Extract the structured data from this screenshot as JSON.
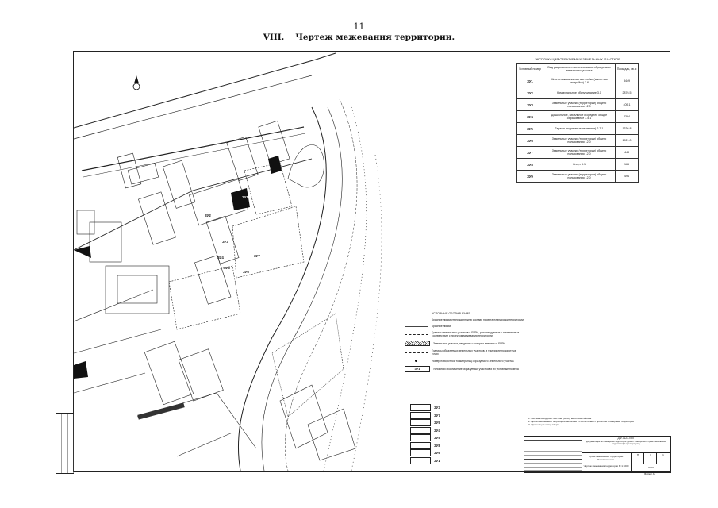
{
  "page_number": "11",
  "heading": {
    "roman": "VIII.",
    "text": "Чертеж межевания территории."
  },
  "explication": {
    "caption": "ЭКСПЛИКАЦИЯ ОБРАЗУЕМЫХ ЗЕМЕЛЬНЫХ УЧАСТКОВ",
    "headers": [
      "Условный номер",
      "Вид разрешенного использования образуемого земельного участка",
      "Площадь, кв.м"
    ],
    "rows": [
      {
        "code": "ЗУ1",
        "use": "Многоэтажная жилая застройка (высотная застройка) 2.6",
        "area": "8449"
      },
      {
        "code": "ЗУ2",
        "use": "Коммунальное обслуживание 3.1",
        "area": "2876.5"
      },
      {
        "code": "ЗУ3",
        "use": "Земельные участки (территории) общего пользования 12.0",
        "area": "405.1"
      },
      {
        "code": "ЗУ4",
        "use": "Дошкольное, начальное и среднее общее образование 3.5.1",
        "area": "4384"
      },
      {
        "code": "ЗУ5",
        "use": "Гаражи (подземные/наземные) 2.7.1",
        "area": "1336.8"
      },
      {
        "code": "ЗУ6",
        "use": "Земельные участки (территории) общего пользования 12.0",
        "area": "1921.0"
      },
      {
        "code": "ЗУ7",
        "use": "Земельные участки (территории) общего пользования 12.0",
        "area": "443"
      },
      {
        "code": "ЗУ8",
        "use": "Спорт 5.1",
        "area": "165"
      },
      {
        "code": "ЗУ9",
        "use": "Земельные участки (территории) общего пользования 12.0",
        "area": "494"
      }
    ]
  },
  "legend": {
    "caption": "УСЛОВНЫЕ ОБОЗНАЧЕНИЯ",
    "items": [
      {
        "symbol": "line1",
        "text": "Красные линии утвержденные в составе проекта планировки территории"
      },
      {
        "symbol": "line2",
        "text": "Красные линии"
      },
      {
        "symbol": "dash",
        "text": "Границы земельных участков в ЕГРН, рекомендуемые к изменению в соответствии с проектом межевания территории"
      },
      {
        "symbol": "hatch",
        "text": "Земельные участки, сведения о которых внесены в ЕГРН"
      },
      {
        "symbol": "dash",
        "text": "Границы образуемых земельных участков, в том числе поворотные точки"
      },
      {
        "symbol": "pt",
        "text": "Номер поворотной точки границ образуемого земельного участка"
      },
      {
        "symbol": "box",
        "label": "ЗУ1",
        "text": "Условный обозначение образуемых участков и их условные номера"
      }
    ]
  },
  "codes_list": [
    "ЗУ3",
    "ЗУ7",
    "ЗУ9",
    "ЗУ4",
    "ЗУ5",
    "ЗУ8",
    "ЗУ6",
    "ЗУ1"
  ],
  "notes": [
    "1. Система координат местная (МСК), высот Балтийская",
    "2. Проект межевания территории выполнен в соответствии с проектом планировки территории",
    "3. Ориентация север вверх"
  ],
  "stamp": {
    "code": "Д.Ф.0123-ППТ",
    "project": "Документация по планировке территории (проект планировки и проект межевания территории) в границах улиц",
    "sheet_title": "Проект межевания территории. Основная часть",
    "stage": "П",
    "sheet": "1",
    "sheets": "1",
    "drawing_title": "Чертеж межевания территории М 1:1000",
    "org": "ООО",
    "format": "Формат А1"
  },
  "map_labels": [
    {
      "id": "zu1",
      "text": "ЗУ1"
    },
    {
      "id": "zu2",
      "text": "ЗУ2"
    },
    {
      "id": "zu3",
      "text": "ЗУ3"
    },
    {
      "id": "zu4",
      "text": "ЗУ4"
    },
    {
      "id": "zu5",
      "text": "ЗУ5"
    },
    {
      "id": "zu6",
      "text": "ЗУ6"
    },
    {
      "id": "zu7",
      "text": "ЗУ7"
    }
  ]
}
